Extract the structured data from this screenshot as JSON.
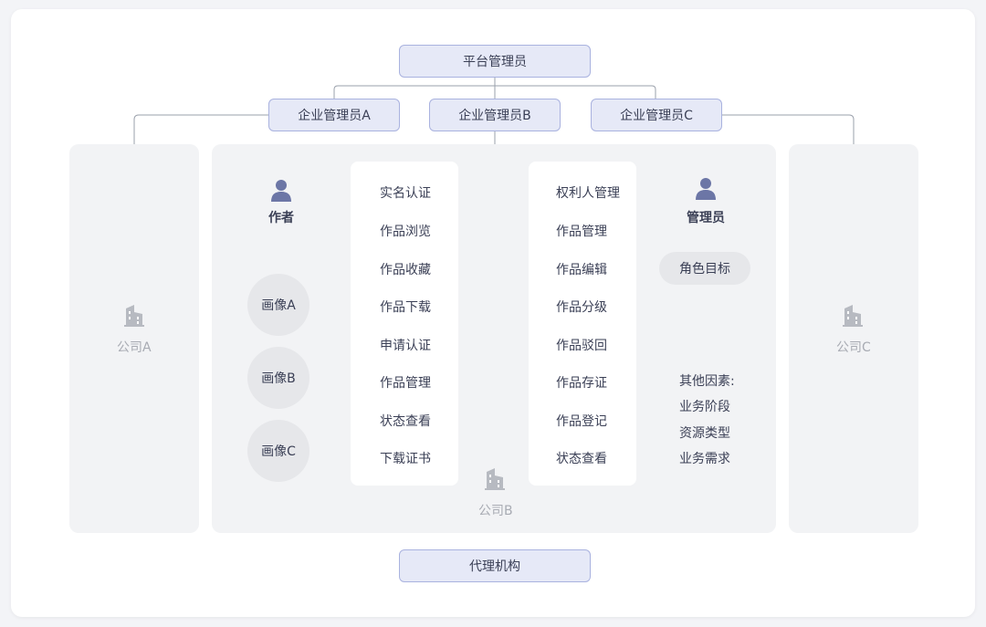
{
  "roles": {
    "platform_admin": "平台管理员",
    "enterprise_admin_a": "企业管理员A",
    "enterprise_admin_b": "企业管理员B",
    "enterprise_admin_c": "企业管理员C",
    "agency": "代理机构"
  },
  "companies": {
    "a": "公司A",
    "b": "公司B",
    "c": "公司C"
  },
  "author": {
    "label": "作者",
    "personas": [
      "画像A",
      "画像B",
      "画像C"
    ],
    "functions": [
      "实名认证",
      "作品浏览",
      "作品收藏",
      "作品下载",
      "申请认证",
      "作品管理",
      "状态查看",
      "下载证书"
    ]
  },
  "admin": {
    "label": "管理员",
    "role_goal": "角色目标",
    "functions": [
      "权利人管理",
      "作品管理",
      "作品编辑",
      "作品分级",
      "作品驳回",
      "作品存证",
      "作品登记",
      "状态查看"
    ],
    "other_factors": [
      "其他因素:",
      "业务阶段",
      "资源类型",
      "业务需求"
    ]
  },
  "icons": [
    "user-icon",
    "building-icon"
  ],
  "colors": {
    "role_fill": "#e6e9f7",
    "role_border": "#a9b2df",
    "panel": "#f2f3f5",
    "connector": "#9aa0ab",
    "icon": "#6c76a6",
    "company_icon": "#b7bac1"
  }
}
